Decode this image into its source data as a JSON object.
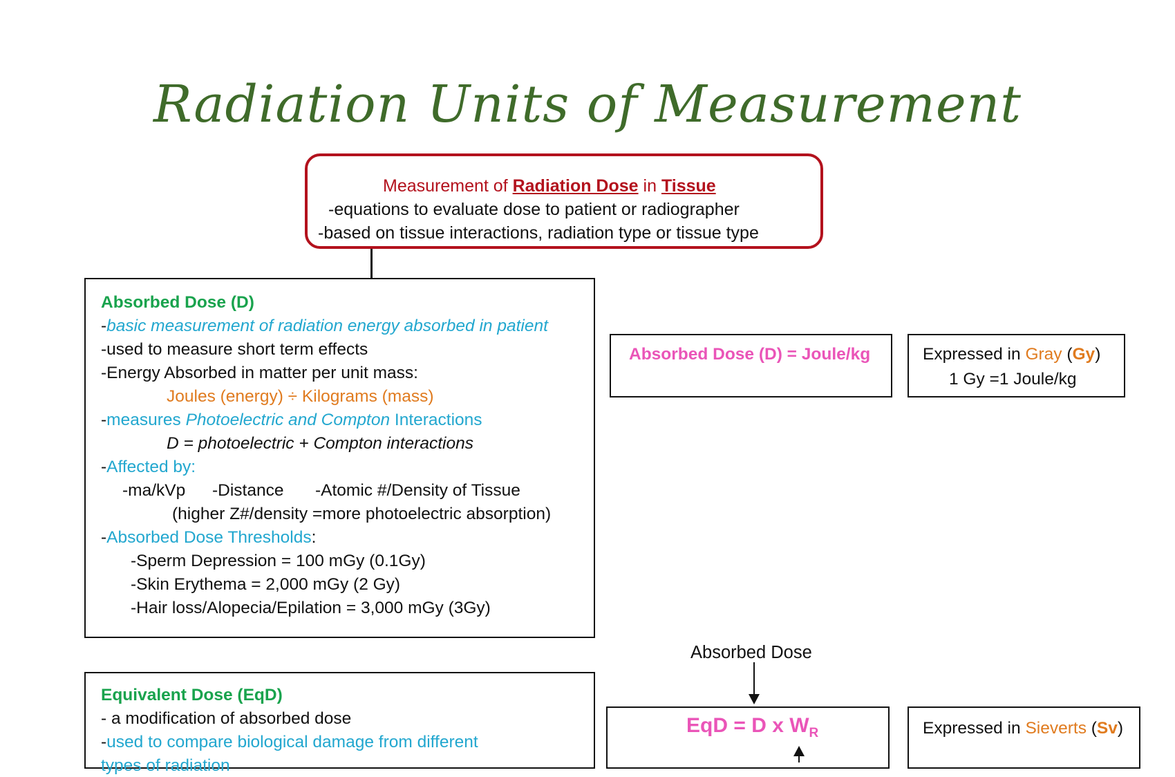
{
  "title": "Radiation Units of Measurement",
  "top_box": {
    "line1_prefix": "Measurement of ",
    "line1_bold1": "Radiation Dose",
    "line1_mid": " in ",
    "line1_bold2": "Tissue",
    "line2": "-equations to evaluate dose to patient or radiographer",
    "line3": "-based on tissue interactions, radiation type or tissue type"
  },
  "absorbed": {
    "heading": "Absorbed Dose (D)",
    "l1_dash": "-",
    "l1": "basic measurement of radiation energy absorbed in patient",
    "l2": "-used to measure short term effects",
    "l3": "-Energy Absorbed in matter per unit mass:",
    "l4": "Joules (energy) ÷ Kilograms (mass)",
    "l5_a": "-",
    "l5_b": "measures ",
    "l5_c": "Photoelectric and Compton",
    "l5_d": " Interactions",
    "l6": "D = photoelectric + Compton interactions",
    "l7_dash": "-",
    "l7": "Affected by:",
    "l8_a": "-ma/kVp",
    "l8_b": "-Distance",
    "l8_c": "-Atomic #/Density of Tissue",
    "l9": "(higher Z#/density =more photoelectric absorption)",
    "l10_dash": "-",
    "l10": "Absorbed Dose Thresholds",
    "l10_colon": ":",
    "l11": "-Sperm Depression = 100 mGy (0.1Gy)",
    "l12": "-Skin Erythema = 2,000 mGy (2 Gy)",
    "l13": "-Hair loss/Alopecia/Epilation = 3,000 mGy (3Gy)"
  },
  "absorbed_formula": "Absorbed Dose (D) = Joule/kg",
  "gray_box": {
    "prefix": "Expressed in ",
    "unit": "Gray",
    "paren_open": " (",
    "abbr": "Gy",
    "paren_close": ")",
    "line2": "1 Gy =1 Joule/kg"
  },
  "absorbed_dose_label": "Absorbed Dose",
  "equivalent": {
    "heading": "Equivalent Dose (EqD)",
    "l1": "- a modification of absorbed dose",
    "l2_dash": "-",
    "l2": "used to compare biological damage from different",
    "l3": "types of radiation"
  },
  "eq_formula_main": "EqD = D x W",
  "eq_formula_sub": "R",
  "sievert_box": {
    "prefix": "Expressed in ",
    "unit": "Sieverts",
    "paren_open": " (",
    "abbr": "Sv",
    "paren_close": ")"
  }
}
